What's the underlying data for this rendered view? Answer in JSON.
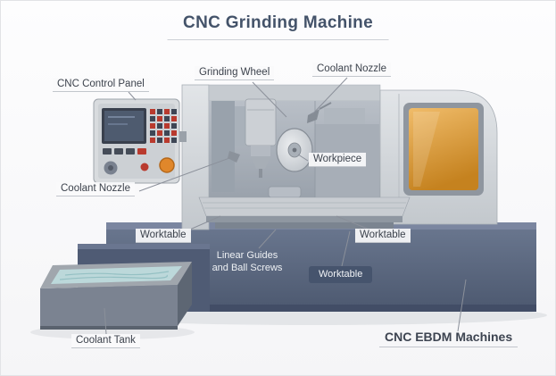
{
  "title": "CNC Grinding Machine",
  "labels": {
    "cnc_control_panel": "CNC Control Panel",
    "grinding_wheel": "Grinding Wheel",
    "coolant_nozzle_top": "Coolant Nozzle",
    "workpiece": "Workpiece",
    "coolant_nozzle_left": "Coolant Nozzle",
    "worktable_left": "Worktable",
    "linear_guides": "Linear Guides and Ball Screws",
    "worktable_right": "Worktable",
    "worktable_badge": "Worktable",
    "coolant_tank": "Coolant Tank"
  },
  "caption": "CNC EBDM Machines",
  "colors": {
    "title_text": "#44536a",
    "label_text": "#3c424c",
    "machine_body": "#d5d8dc",
    "machine_base": "#57647d",
    "enclosure_window_amber": "#d99b33",
    "coolant_water": "#bcd8da",
    "worktable_badge_background": "#46546d",
    "panel_button_red": "#b93a2e",
    "panel_button_orange": "#e0872b"
  }
}
